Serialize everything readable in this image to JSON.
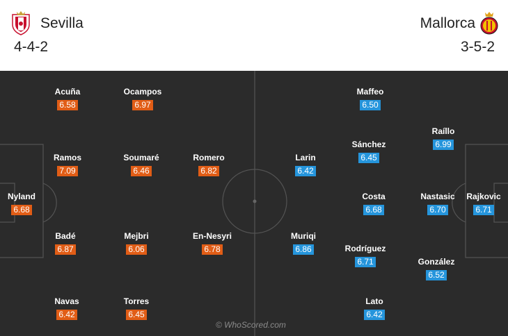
{
  "home": {
    "name": "Sevilla",
    "formation": "4-4-2",
    "crest_icon": "sevilla-crest-icon",
    "color": "#e15d16",
    "players": [
      {
        "name": "Acuña",
        "rating": "6.58"
      },
      {
        "name": "Ocampos",
        "rating": "6.97"
      },
      {
        "name": "Ramos",
        "rating": "7.09"
      },
      {
        "name": "Soumaré",
        "rating": "6.46"
      },
      {
        "name": "Romero",
        "rating": "6.82"
      },
      {
        "name": "Nyland",
        "rating": "6.68"
      },
      {
        "name": "Badé",
        "rating": "6.87"
      },
      {
        "name": "Mejbri",
        "rating": "6.06"
      },
      {
        "name": "En-Nesyri",
        "rating": "6.78"
      },
      {
        "name": "Navas",
        "rating": "6.42"
      },
      {
        "name": "Torres",
        "rating": "6.45"
      }
    ]
  },
  "away": {
    "name": "Mallorca",
    "formation": "3-5-2",
    "crest_icon": "mallorca-crest-icon",
    "color": "#2595dc",
    "players": [
      {
        "name": "Maffeo",
        "rating": "6.50"
      },
      {
        "name": "Raíllo",
        "rating": "6.99"
      },
      {
        "name": "Sánchez",
        "rating": "6.45"
      },
      {
        "name": "Larin",
        "rating": "6.42"
      },
      {
        "name": "Costa",
        "rating": "6.68"
      },
      {
        "name": "Nastasic",
        "rating": "6.70"
      },
      {
        "name": "Rajkovic",
        "rating": "6.71"
      },
      {
        "name": "Muriqi",
        "rating": "6.86"
      },
      {
        "name": "Rodríguez",
        "rating": "6.71"
      },
      {
        "name": "González",
        "rating": "6.52"
      },
      {
        "name": "Lato",
        "rating": "6.42"
      }
    ]
  },
  "pitch_color": "#2b2b2b",
  "watermark": "© WhoScored.com"
}
